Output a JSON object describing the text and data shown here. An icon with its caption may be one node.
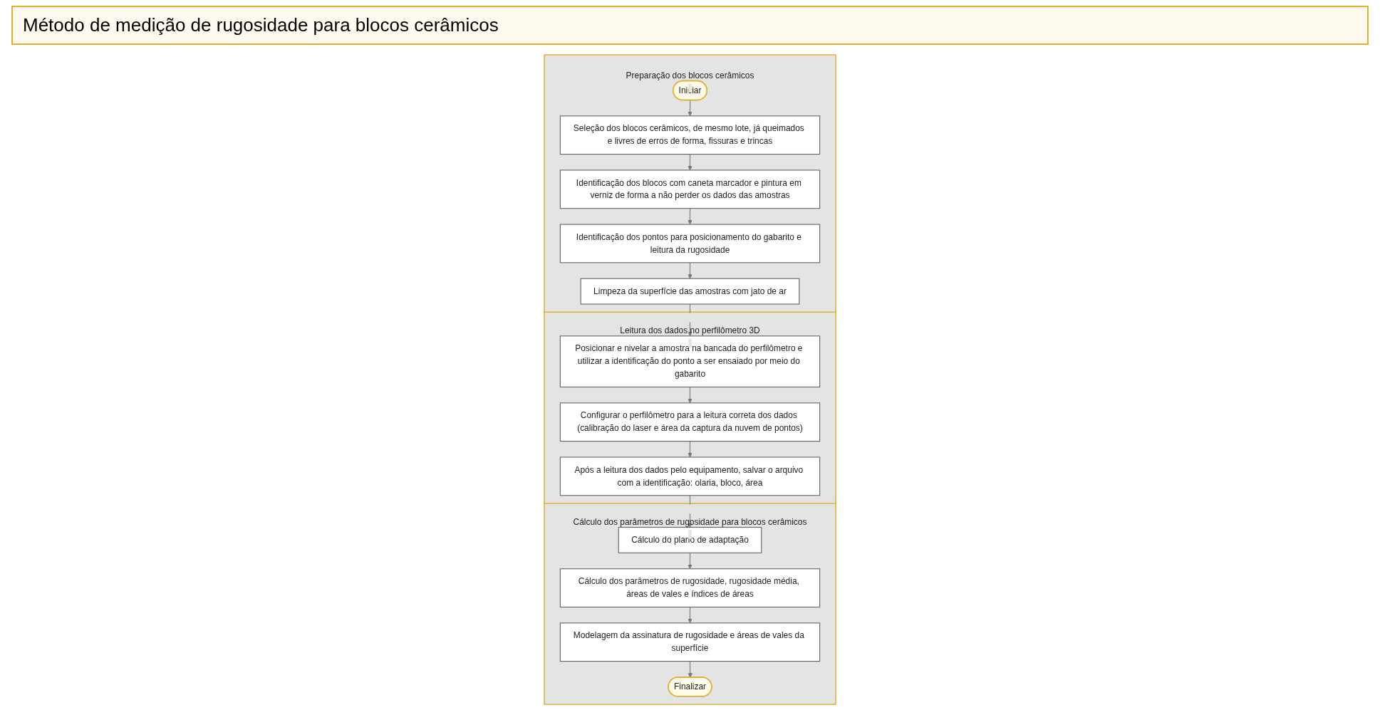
{
  "diagram": {
    "title": "Método de medição de rugosidade para blocos cerâmicos",
    "nodes": [
      {
        "text": [
          "Preparação dos blocos cerâmicos"
        ]
      },
      {
        "text": [
          "Iniciar"
        ],
        "in": 0
      },
      {
        "text": [
          "Seleção dos blocos cerâmicos, de mesmo lote, já queimados e livres de erros de forma, fissuras e trincas"
        ],
        "in": 0
      },
      {
        "text": [
          "Identificação dos blocos com caneta marcador e pintura em verniz de forma a não perder os dados das amostras"
        ],
        "in": 0
      },
      {
        "text": [
          "Identificação dos pontos para posicionamento do gabarito e leitura da rugosidade"
        ],
        "in": 0
      },
      {
        "text": [
          "Limpeza da superfície das amostras com jato de ar"
        ],
        "in": 0
      },
      {
        "text": [
          "Leitura dos dados no perfilômetro 3D"
        ]
      },
      {
        "text": [
          "Posicionar e nivelar a amostra na bancada do perfilômetro e utilizar a identificação do ponto a ser ensaiado por meio do gabarito"
        ],
        "in": 6
      },
      {
        "text": [
          "Configurar o perfilômetro para a leitura correta dos dados (calibração do laser e área da captura da nuvem de pontos)"
        ],
        "in": 6
      },
      {
        "text": [
          "Após a leitura dos dados pelo equipamento, salvar o arquivo com a identificação: olaria, bloco, área"
        ],
        "in": 6
      },
      {
        "text": [
          "Cálculo dos parâmetros de rugosidade para blocos cerâmicos"
        ]
      },
      {
        "text": [
          "Cálculo do plano de adaptação"
        ],
        "in": 10
      },
      {
        "text": [
          "Cálculo dos parâmetros de rugosidade, rugosidade média, áreas de vales e índices de áreas"
        ],
        "in": 10
      },
      {
        "text": [
          "Modelagem da assinatura de rugosidade e áreas de vales da superfície"
        ],
        "in": 10
      },
      {
        "text": [
          "Finalizar"
        ],
        "in": 10
      }
    ],
    "edges": [
      {
        "from": 1,
        "to": 2,
        "arrow": "to"
      },
      {
        "from": 2,
        "to": 3,
        "arrow": "to"
      },
      {
        "from": 3,
        "to": 4,
        "arrow": "to"
      },
      {
        "from": 4,
        "to": 5,
        "arrow": "to"
      },
      {
        "from": 5,
        "to": 7,
        "arrow": "to"
      },
      {
        "from": 7,
        "to": 8,
        "arrow": "to"
      },
      {
        "from": 8,
        "to": 9,
        "arrow": "to"
      },
      {
        "from": 9,
        "to": 11,
        "arrow": "to"
      },
      {
        "from": 11,
        "to": 12,
        "arrow": "to"
      },
      {
        "from": 12,
        "to": 13,
        "arrow": "to"
      },
      {
        "from": 13,
        "to": 14,
        "arrow": "to"
      }
    ]
  }
}
